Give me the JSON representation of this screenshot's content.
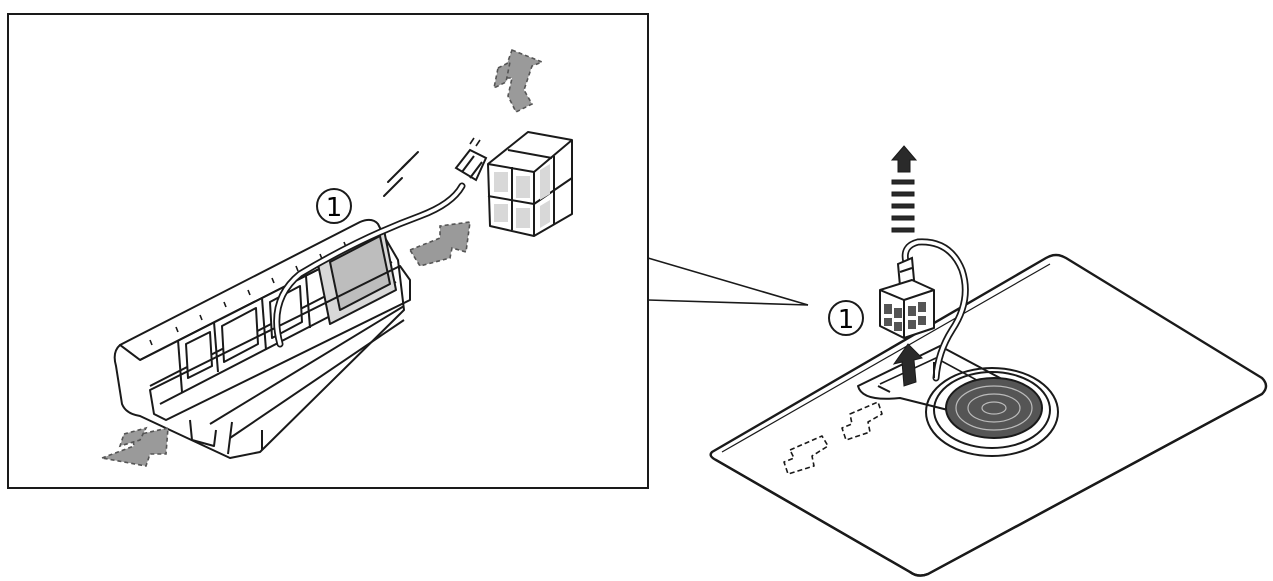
{
  "figure": {
    "detail_callout": {
      "number": "1"
    },
    "overview_callout": {
      "number": "1"
    },
    "colors": {
      "line": "#1a1a1a",
      "arrow_fill": "#9a9a9a",
      "arrow_dark": "#2a2a2a",
      "panel_fill": "#ffffff",
      "shade": "#d8d8d8"
    },
    "icons": {
      "air_in_arrow": "dashed-arrow-right",
      "air_mid_arrow": "dashed-arrow-left",
      "air_out_arrow": "dashed-arrow-up",
      "lift_arrow": "solid-arrow-up"
    }
  }
}
